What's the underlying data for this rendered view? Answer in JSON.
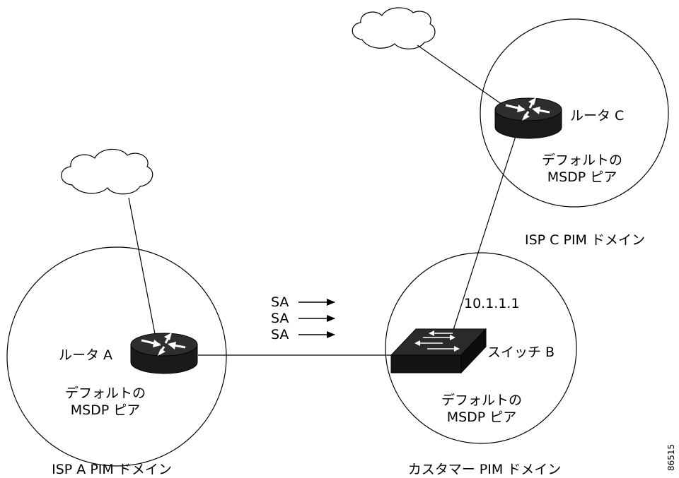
{
  "domains": {
    "isp_a": "ISP A PIM ドメイン",
    "customer": "カスタマー PIM ドメイン",
    "isp_c": "ISP C PIM ドメイン"
  },
  "devices": {
    "router_a": "ルータ A",
    "router_c": "ルータ C",
    "switch_b": "スイッチ B"
  },
  "peer_label": {
    "line1": "デフォルトの",
    "line2": "MSDP ピア"
  },
  "ip_address": "10.1.1.1",
  "sa_messages": [
    "SA",
    "SA",
    "SA"
  ],
  "figure_id": "86515",
  "colors": {
    "line": "#000000",
    "device_body": "#1a1a1a",
    "background": "#ffffff"
  }
}
